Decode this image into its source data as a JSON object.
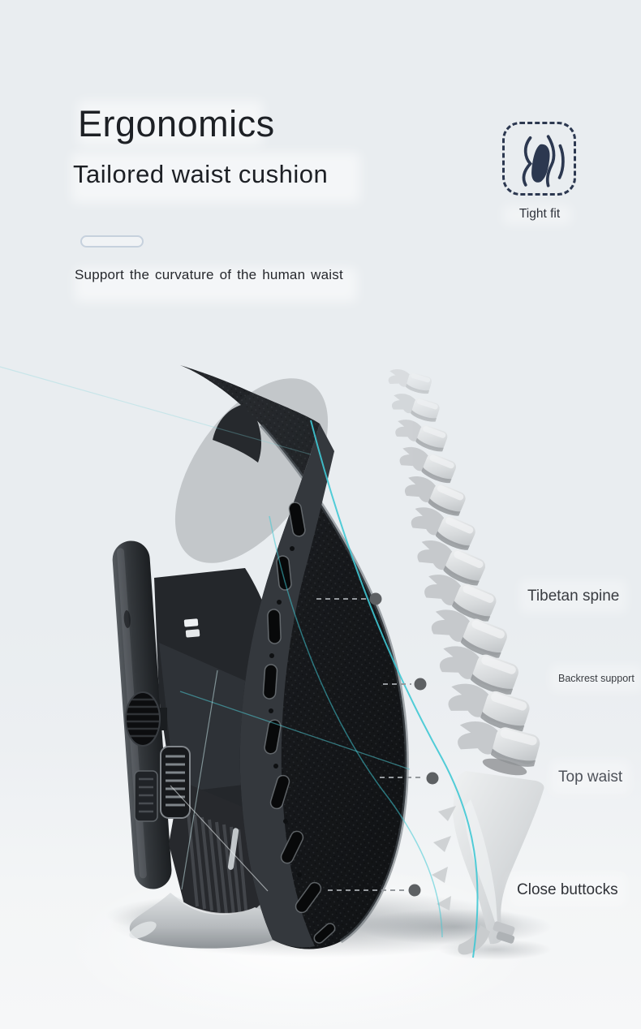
{
  "header": {
    "title": "Ergonomics",
    "subtitle": "Tailored waist cushion",
    "tagline": "Support the curvature of the human waist"
  },
  "fit_badge": {
    "label": "Tight fit"
  },
  "callouts": [
    {
      "label": "Tibetan spine"
    },
    {
      "label": "Backrest support"
    },
    {
      "label": "Top waist"
    },
    {
      "label": "Close buttocks"
    }
  ],
  "colors": {
    "background": "#e9edf0",
    "accent_teal": "#3fc8d4",
    "icon_navy": "#2c3850",
    "leader_dot": "#5d6063",
    "leader_dash": "#95999d",
    "title_text": "#1d2025",
    "label_text": "#393c41"
  }
}
